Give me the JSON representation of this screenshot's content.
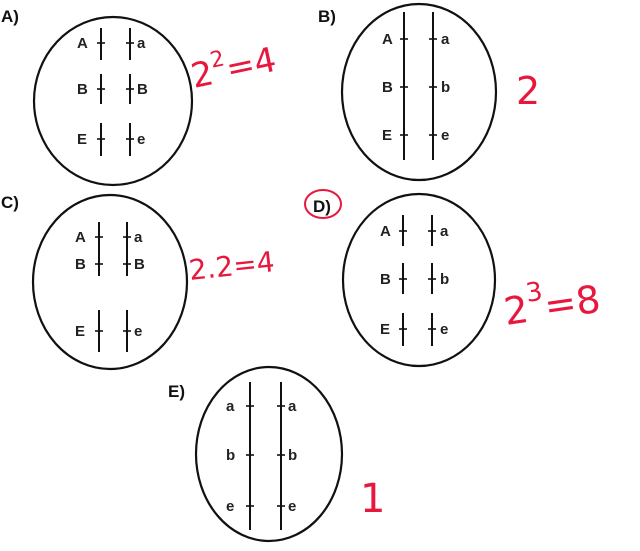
{
  "panels": [
    {
      "id": "A",
      "label": "A)",
      "alleles": [
        [
          "A",
          "a"
        ],
        [
          "B",
          "B"
        ],
        [
          "E",
          "e"
        ]
      ],
      "answer": {
        "base": "2",
        "exp": "2",
        "rest": "=4"
      }
    },
    {
      "id": "B",
      "label": "B)",
      "alleles": [
        [
          "A",
          "a"
        ],
        [
          "B",
          "b"
        ],
        [
          "E",
          "e"
        ]
      ],
      "answer": {
        "text": "2"
      }
    },
    {
      "id": "C",
      "label": "C)",
      "alleles": [
        [
          "A",
          "a"
        ],
        [
          "B",
          "B"
        ],
        [
          "E",
          "e"
        ]
      ],
      "answer": {
        "text": "2.2=4"
      }
    },
    {
      "id": "D",
      "label": "D)",
      "alleles": [
        [
          "A",
          "a"
        ],
        [
          "B",
          "b"
        ],
        [
          "E",
          "e"
        ]
      ],
      "answer": {
        "base": "2",
        "exp": "3",
        "rest": "=8"
      }
    },
    {
      "id": "E",
      "label": "E)",
      "alleles": [
        [
          "a",
          "a"
        ],
        [
          "b",
          "b"
        ],
        [
          "e",
          "e"
        ]
      ],
      "answer": {
        "text": "1"
      }
    }
  ],
  "colors": {
    "ink": "#111111",
    "handwriting": "#e8173d"
  }
}
